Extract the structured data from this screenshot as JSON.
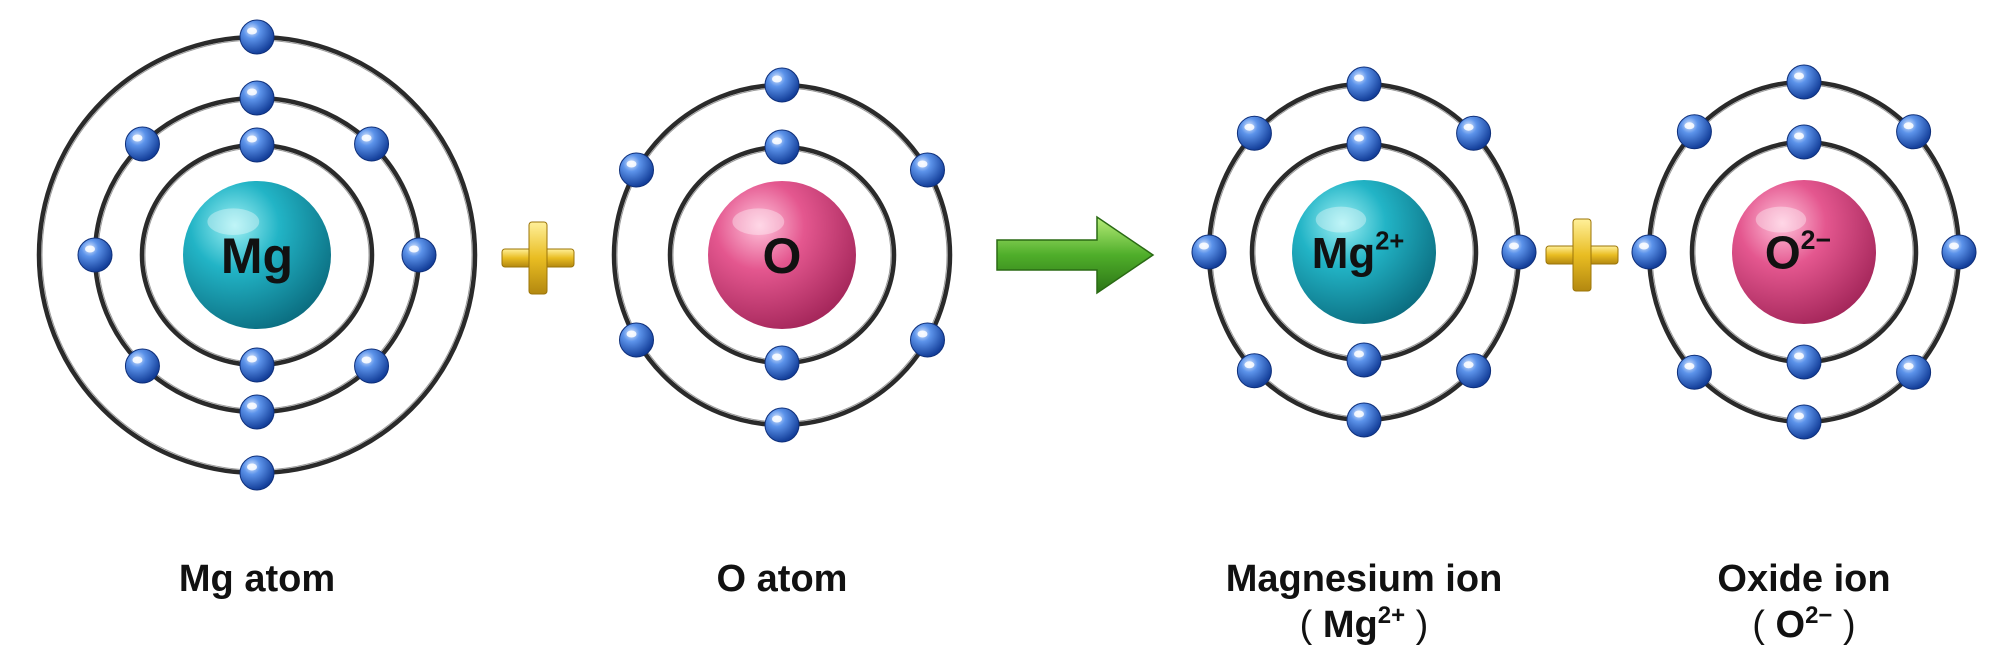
{
  "species": [
    {
      "id": "mg-atom",
      "symbol": "Mg",
      "charge": "",
      "nucleus_color": "#1aa4b8",
      "shell_electrons": [
        2,
        8,
        2
      ],
      "caption": "Mg atom",
      "caption_formula": "",
      "caption_charge": ""
    },
    {
      "id": "o-atom",
      "symbol": "O",
      "charge": "",
      "nucleus_color": "#e0508a",
      "shell_electrons": [
        2,
        6
      ],
      "caption": "O atom",
      "caption_formula": "",
      "caption_charge": ""
    },
    {
      "id": "mg-ion",
      "symbol": "Mg",
      "charge": "2+",
      "nucleus_color": "#1aa4b8",
      "shell_electrons": [
        2,
        8
      ],
      "caption": "Magnesium ion",
      "caption_formula": "Mg",
      "caption_charge": "2+"
    },
    {
      "id": "o-ion",
      "symbol": "O",
      "charge": "2−",
      "nucleus_color": "#e0508a",
      "shell_electrons": [
        2,
        8
      ],
      "caption": "Oxide ion",
      "caption_formula": "O",
      "caption_charge": "2−"
    }
  ],
  "operators": [
    {
      "id": "plus-1",
      "kind": "plus",
      "color": "#e6b820"
    },
    {
      "id": "reaction-arrow",
      "kind": "arrow",
      "color": "#4aa22a"
    },
    {
      "id": "plus-2",
      "kind": "plus",
      "color": "#e6b820"
    }
  ],
  "electron_color": "#2f6fd6",
  "orbit_color": "#2a2a2a"
}
